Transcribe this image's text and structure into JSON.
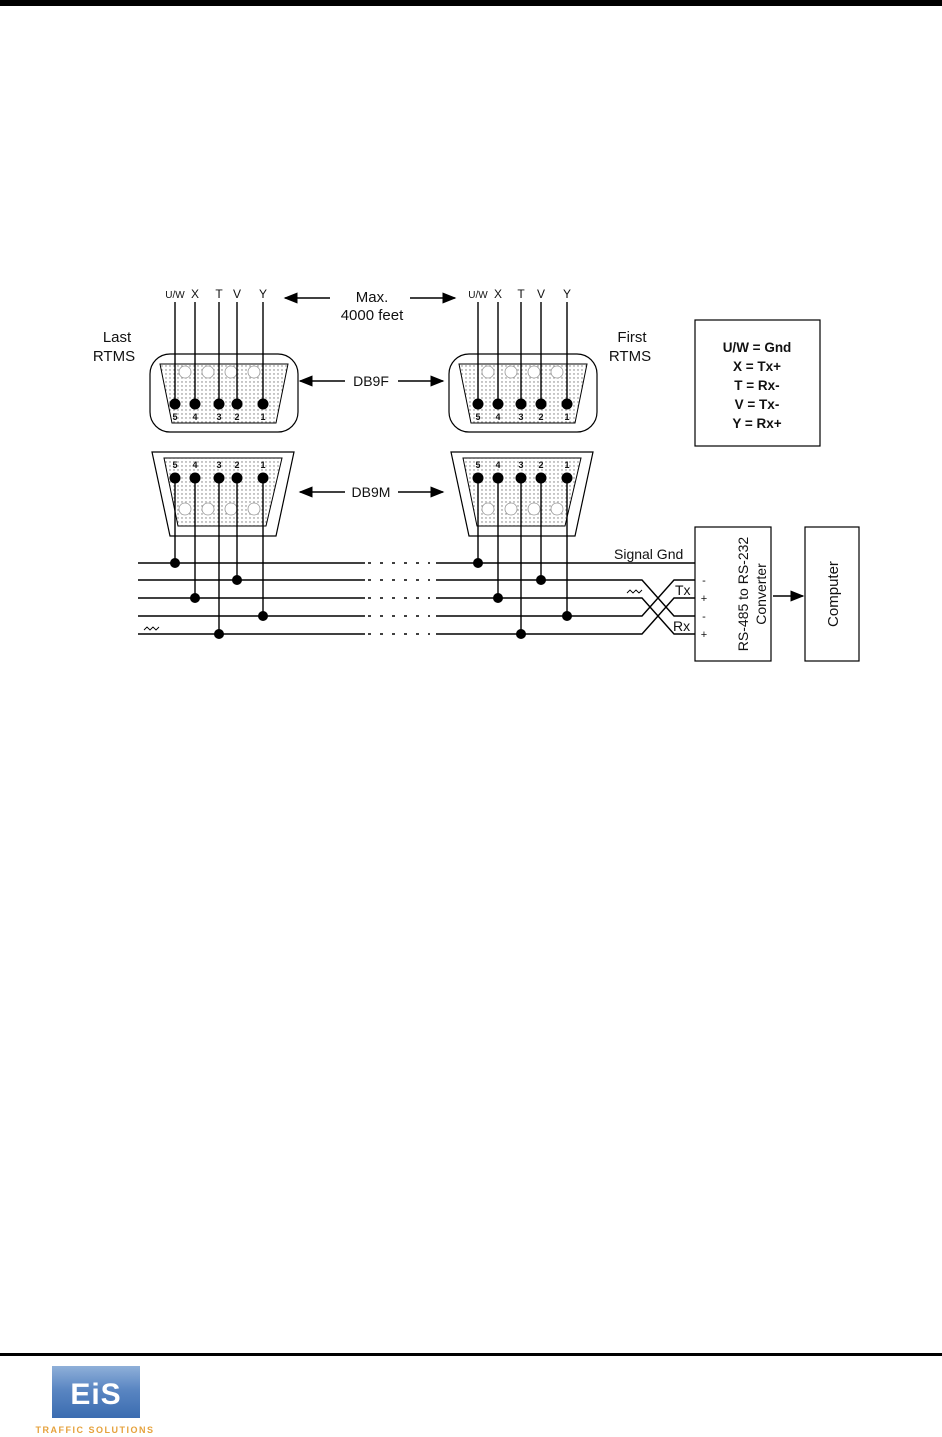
{
  "diagram": {
    "wire_labels": [
      "U/W",
      "X",
      "T",
      "V",
      "Y"
    ],
    "pin_numbers": [
      "5",
      "4",
      "3",
      "2",
      "1"
    ],
    "last_rtms": [
      "Last",
      "RTMS"
    ],
    "first_rtms": [
      "First",
      "RTMS"
    ],
    "max_distance": [
      "Max.",
      "4000 feet"
    ],
    "db9f": "DB9F",
    "db9m": "DB9M",
    "legend": [
      "U/W = Gnd",
      "X = Tx+",
      "T = Rx-",
      "V = Tx-",
      "Y = Rx+"
    ],
    "signal_gnd": "Signal Gnd",
    "tx": "Tx",
    "rx": "Rx",
    "polarity": [
      "-",
      "+",
      "-",
      "+"
    ],
    "converter": [
      "RS-485 to RS-232",
      "Converter"
    ],
    "computer": "Computer"
  },
  "footer": {
    "logo_letters": "EiS",
    "logo_tagline": "TRAFFIC SOLUTIONS"
  }
}
